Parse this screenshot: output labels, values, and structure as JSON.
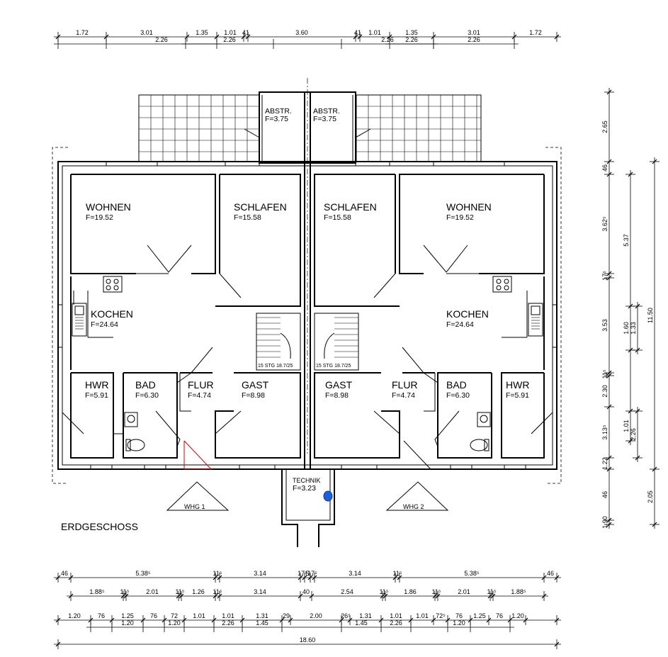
{
  "floor_title": "ERDGESCHOSS",
  "units": {
    "left": "WHG 1",
    "right": "WHG 2"
  },
  "rooms": {
    "wohnen_l": {
      "name": "WOHNEN",
      "area": "F=19.52"
    },
    "schlafen_l": {
      "name": "SCHLAFEN",
      "area": "F=15.58"
    },
    "kochen_l": {
      "name": "KOCHEN",
      "area": "F=24.64"
    },
    "hwr_l": {
      "name": "HWR",
      "area": "F=5.91"
    },
    "bad_l": {
      "name": "BAD",
      "area": "F=6.30"
    },
    "flur_l": {
      "name": "FLUR",
      "area": "F=4.74"
    },
    "gast_l": {
      "name": "GAST",
      "area": "F=8.98"
    },
    "abstr_l": {
      "name": "ABSTR.",
      "area": "F=3.75"
    },
    "wohnen_r": {
      "name": "WOHNEN",
      "area": "F=19.52"
    },
    "schlafen_r": {
      "name": "SCHLAFEN",
      "area": "F=15.58"
    },
    "kochen_r": {
      "name": "KOCHEN",
      "area": "F=24.64"
    },
    "hwr_r": {
      "name": "HWR",
      "area": "F=5.91"
    },
    "bad_r": {
      "name": "BAD",
      "area": "F=6.30"
    },
    "flur_r": {
      "name": "FLUR",
      "area": "F=4.74"
    },
    "gast_r": {
      "name": "GAST",
      "area": "F=8.98"
    },
    "abstr_r": {
      "name": "ABSTR.",
      "area": "F=3.75"
    },
    "technik": {
      "name": "TECHNIK",
      "area": "F=3.23"
    }
  },
  "stairs": {
    "left": "15 STG 18.7/25",
    "right": "15 STG 18.7/25"
  },
  "dims": {
    "top1": [
      "1.72",
      "3.01",
      "1.35",
      "1.01",
      "41",
      "3.60",
      "41",
      "1.01",
      "1.35",
      "3.01",
      "1.72"
    ],
    "top2": [
      "2.26",
      "2.26",
      "2.26",
      "2.26"
    ],
    "b1": [
      "46",
      "5.38⁵",
      "11⁵",
      "3.14",
      "17⁵",
      "5",
      "17⁵",
      "3.14",
      "11⁵",
      "5.38⁵",
      "46"
    ],
    "b2": [
      "1.88⁵",
      "11⁵",
      "2.01",
      "11⁵",
      "1.26",
      "11⁵",
      "3.14",
      "40",
      "2.54",
      "11⁵",
      "1.86",
      "11⁵",
      "2.01",
      "11⁵",
      "1.88⁵"
    ],
    "b3": [
      "1.20",
      "76",
      "1.25",
      "76",
      "72",
      "1.01",
      "1.01",
      "1.31",
      "29",
      "2.00",
      "26⁵",
      "1.31",
      "1.01",
      "1.01",
      "72⁵",
      "76",
      "1.25",
      "76",
      "1.20"
    ],
    "b3s": [
      "1.20",
      "1.20",
      "2.26",
      "1.45",
      "1.45",
      "2.26",
      "1.20",
      "1.20"
    ],
    "total": "18.60",
    "r1": [
      "2.65",
      "46",
      "3.62⁵",
      "17⁵",
      "3.53",
      "11⁵",
      "2.30",
      "3.13⁵",
      "1.22",
      "46",
      "1.90",
      "15"
    ],
    "r2": [
      "5.37",
      "1.60",
      "1.33",
      "1.01",
      "2.26"
    ],
    "r3": [
      "11.50",
      "2.05"
    ]
  }
}
